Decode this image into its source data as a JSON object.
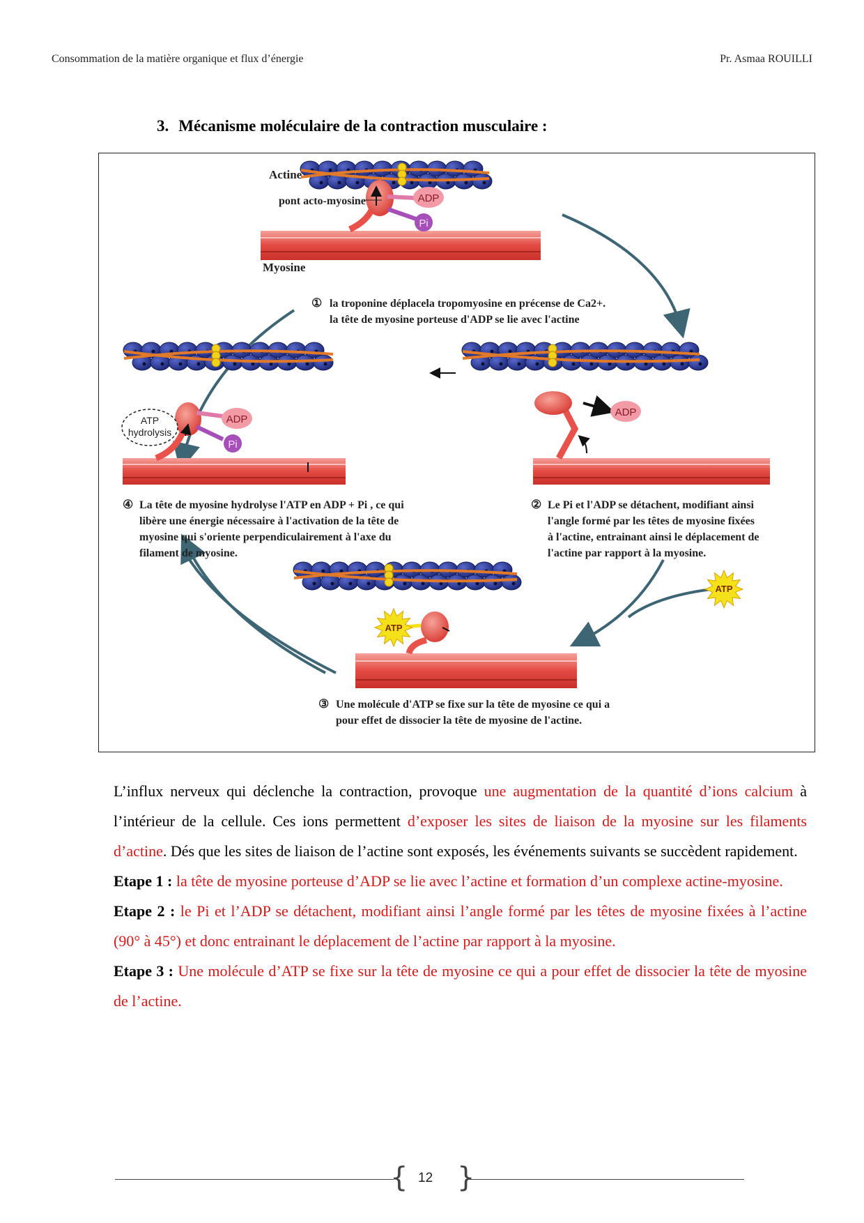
{
  "header": {
    "left": "Consommation de la matière organique et flux d’énergie",
    "right": "Pr. Asmaa ROUILLI"
  },
  "section": {
    "number": "3.",
    "title": "Mécanisme moléculaire de la contraction musculaire :"
  },
  "figure": {
    "labels": {
      "actine": "Actine",
      "pont": "pont acto-myosine",
      "myosine": "Myosine",
      "adp": "ADP",
      "pi": "Pi",
      "atp": "ATP",
      "atp_hydrolysis_1": "ATP",
      "atp_hydrolysis_2": "hydrolysis"
    },
    "captions": {
      "step1_num": "①",
      "step1_line1": "la troponine déplacela tropomyosine en précense de Ca2+.",
      "step1_line2": "la tête de myosine porteuse d'ADP se lie avec l'actine",
      "step2_num": "②",
      "step2_line1": "Le Pi et l'ADP se détachent, modifiant ainsi",
      "step2_line2": "l'angle formé par les têtes de myosine fixées",
      "step2_line3": "à l'actine, entrainant ainsi le déplacement de",
      "step2_line4": "l'actine par rapport à la myosine.",
      "step3_num": "③",
      "step3_line1": "Une molécule d'ATP se fixe sur la tête de myosine ce qui a",
      "step3_line2": "pour effet de dissocier la tête de myosine de l'actine.",
      "step4_num": "④",
      "step4_line1": "La tête de myosine hydrolyse l'ATP en ADP + Pi , ce qui",
      "step4_line2": "libère une énergie nécessaire à l'activation de la tête de",
      "step4_line3": "myosine qui s'oriente perpendiculairement à l'axe du",
      "step4_line4": "filament de myosine."
    }
  },
  "body": {
    "p1_a": "L’influx nerveux qui déclenche la contraction, provoque ",
    "p1_b": "une augmentation de la quantité d’ions calcium",
    "p1_c": " à l’intérieur de la cellule. Ces ions permettent ",
    "p1_d": "d’exposer les sites de liaison de la myosine sur les filaments d’actine",
    "p1_e": ". Dés que les sites de liaison de l’actine sont exposés, les événements suivants se succèdent rapidement.",
    "step1_label": "Etape 1 :",
    "step1_text": "la tête de myosine porteuse d’ADP se lie avec l’actine et formation d’un complexe actine-myosine.",
    "step2_label": "Etape 2 :",
    "step2_text": "le Pi et l’ADP se détachent, modifiant ainsi l’angle formé par les têtes de myosine fixées à l’actine (90° à 45°) et donc entrainant le déplacement de l’actine par rapport à la myosine.",
    "step3_label": "Etape 3 :",
    "step3_text": "Une molécule d’ATP se fixe sur la tête de myosine ce qui a pour effet de dissocier la tête de myosine de l’actine."
  },
  "footer": {
    "page": "12"
  },
  "colors": {
    "actin_bead": "#2b3a9e",
    "tropomyosin": "#e07a2a",
    "troponin": "#f2d21a",
    "myosin": "#e8524a",
    "adp_bubble": "#f29aa6",
    "pi_bubble": "#a64fb8",
    "atp_star": "#f5e11a",
    "arrow": "#3d6573",
    "caption_red": "#d11a1a"
  }
}
